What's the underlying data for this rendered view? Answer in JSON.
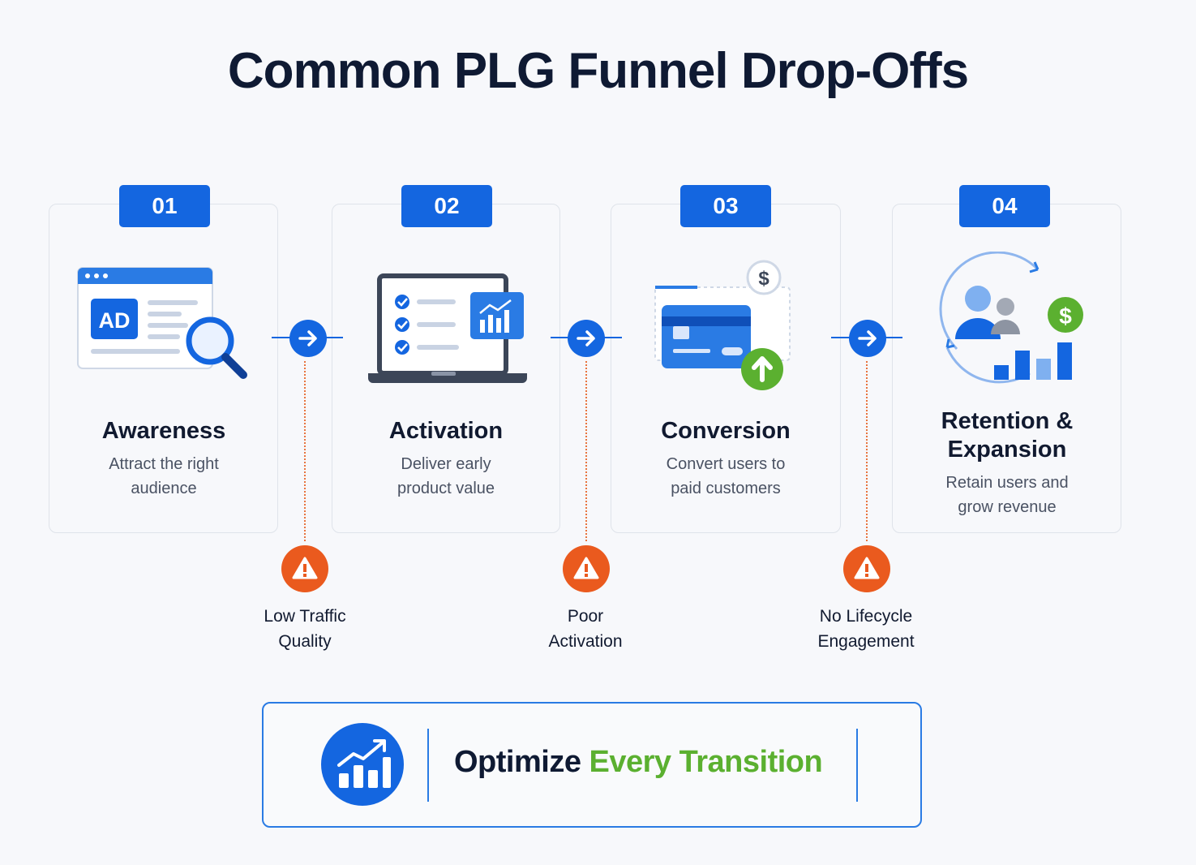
{
  "title": "Common PLG Funnel Drop-Offs",
  "colors": {
    "primary": "#1466e0",
    "warning": "#ea5a1e",
    "success": "#5bb030",
    "text": "#111a30",
    "muted": "#4a5263"
  },
  "stages": [
    {
      "number": "01",
      "name": "Awareness",
      "desc_line1": "Attract the right",
      "desc_line2": "audience",
      "icon": "ad-search-icon"
    },
    {
      "number": "02",
      "name": "Activation",
      "desc_line1": "Deliver early",
      "desc_line2": "product value",
      "icon": "laptop-checklist-icon"
    },
    {
      "number": "03",
      "name": "Conversion",
      "desc_line1": "Convert users to",
      "desc_line2": "paid customers",
      "icon": "credit-card-upgrade-icon"
    },
    {
      "number": "04",
      "name_line1": "Retention &",
      "name_line2": "Expansion",
      "desc_line1": "Retain users and",
      "desc_line2": "grow revenue",
      "icon": "users-revenue-cycle-icon"
    }
  ],
  "drop_offs": [
    {
      "line1": "Low Traffic",
      "line2": "Quality",
      "icon": "warning-icon"
    },
    {
      "line1": "Poor",
      "line2": "Activation",
      "icon": "warning-icon"
    },
    {
      "line1": "No Lifecycle",
      "line2": "Engagement",
      "icon": "warning-icon"
    }
  ],
  "banner": {
    "text_part1": "Optimize",
    "text_part2": "Every Transition",
    "icon": "growth-chart-icon"
  }
}
